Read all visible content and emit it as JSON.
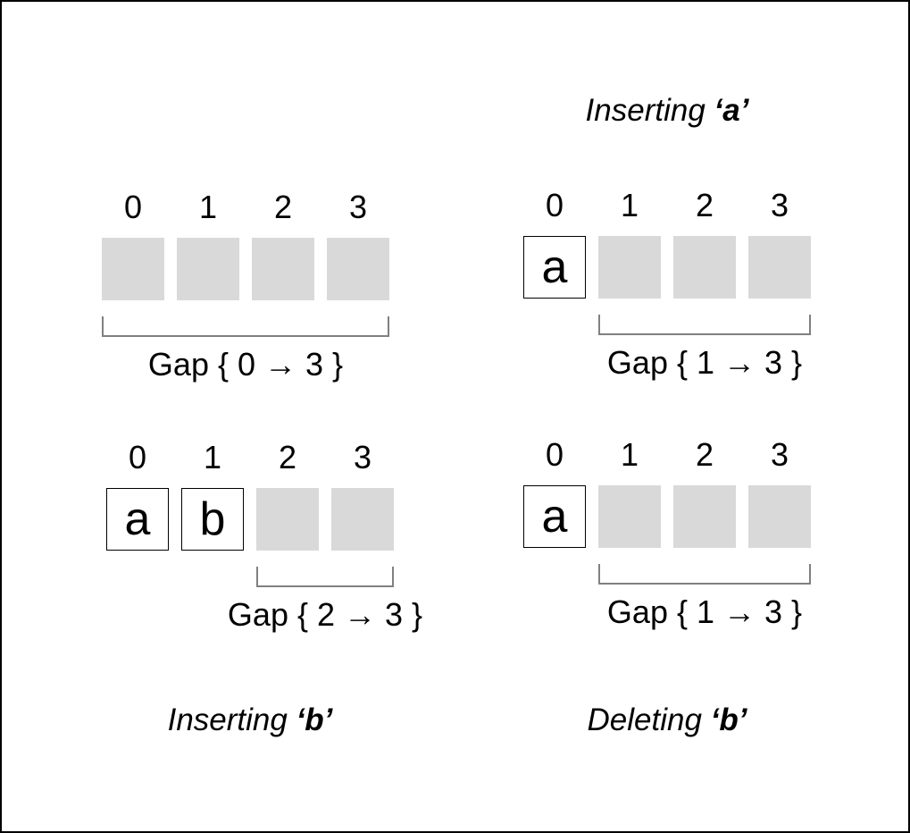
{
  "colors": {
    "background": "#ffffff",
    "frame_border": "#000000",
    "gap_cell": "#d9d9d9",
    "filled_cell_background": "#ffffff",
    "filled_cell_border": "#000000",
    "bracket": "#808080",
    "text": "#000000"
  },
  "panels": {
    "initial": {
      "indices": [
        "0",
        "1",
        "2",
        "3"
      ],
      "cell_values": {},
      "gap_label": "Gap { 0 → 3 }"
    },
    "insert_a": {
      "title": {
        "prefix": "Inserting ",
        "emphasis": "‘a’"
      },
      "indices": [
        "0",
        "1",
        "2",
        "3"
      ],
      "cell_values": {
        "0": "a"
      },
      "gap_label": "Gap { 1 → 3 }"
    },
    "insert_b": {
      "caption": {
        "prefix": "Inserting ",
        "emphasis": "‘b’"
      },
      "indices": [
        "0",
        "1",
        "2",
        "3"
      ],
      "cell_values": {
        "0": "a",
        "1": "b"
      },
      "gap_label": "Gap { 2 → 3 }"
    },
    "delete_b": {
      "caption": {
        "prefix": "Deleting ",
        "emphasis": "‘b’"
      },
      "indices": [
        "0",
        "1",
        "2",
        "3"
      ],
      "cell_values": {
        "0": "a"
      },
      "gap_label": "Gap { 1 → 3 }"
    }
  }
}
